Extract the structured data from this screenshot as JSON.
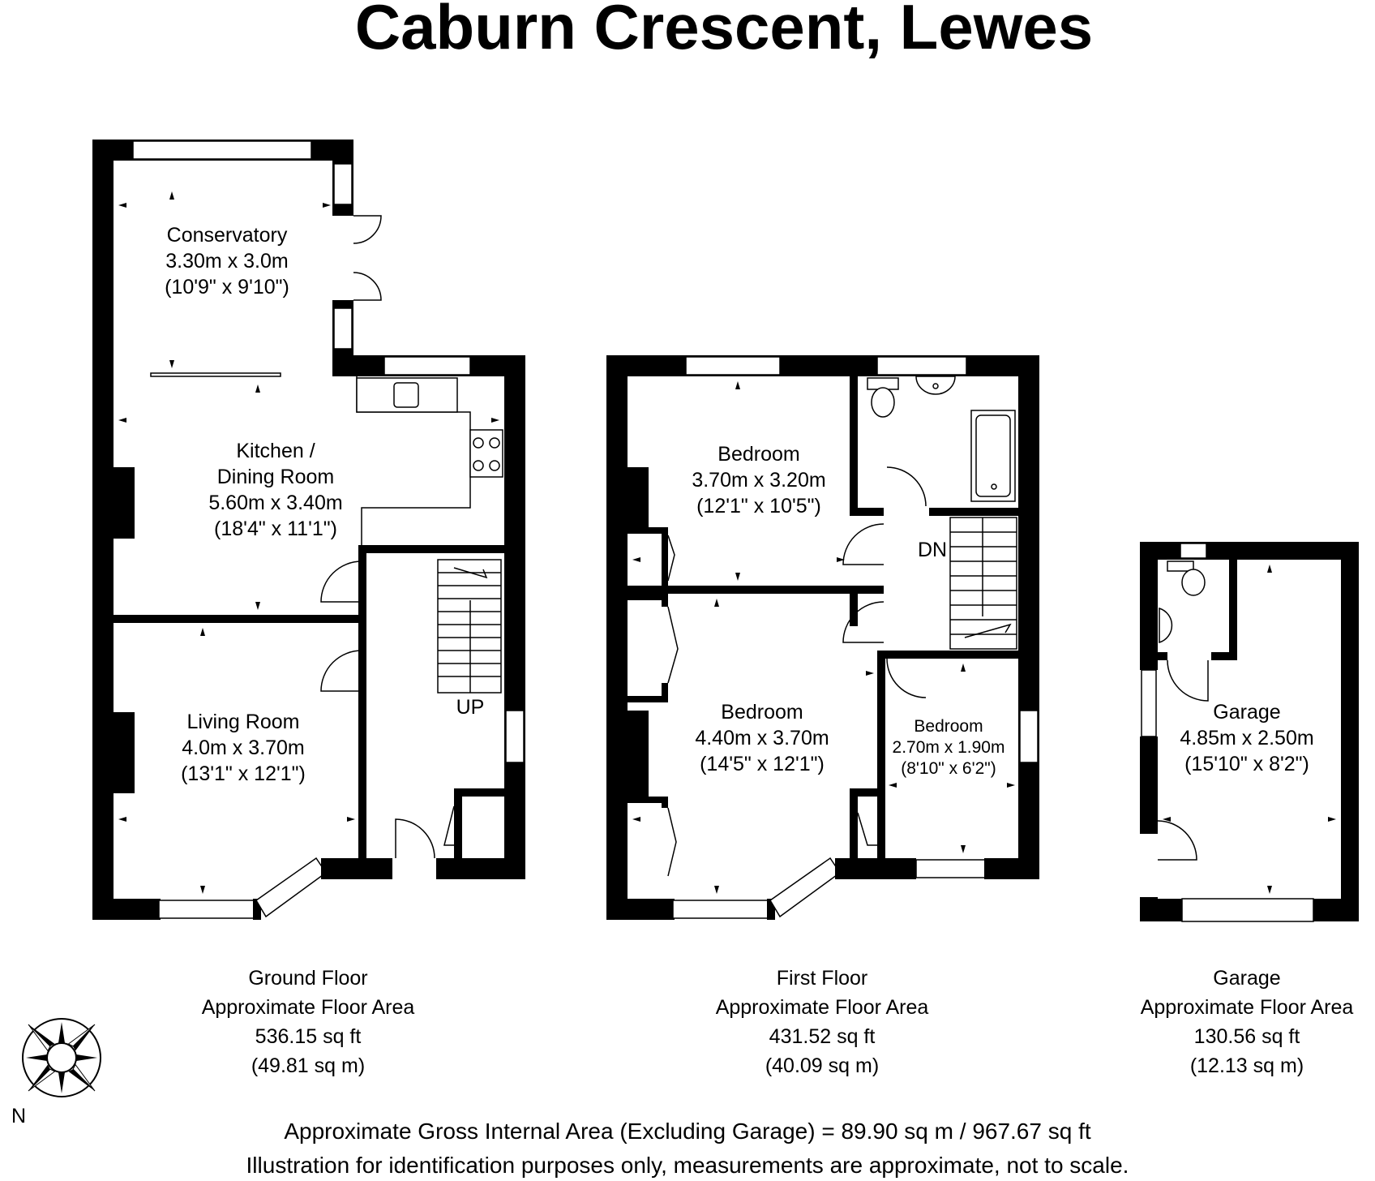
{
  "title": "Caburn Crescent, Lewes",
  "rooms": {
    "conservatory": {
      "name": "Conservatory",
      "metric": "3.30m x 3.0m",
      "imperial": "(10'9\" x 9'10\")"
    },
    "kitchen": {
      "name_line1": "Kitchen /",
      "name_line2": "Dining Room",
      "metric": "5.60m x 3.40m",
      "imperial": "(18'4\" x 11'1\")"
    },
    "living": {
      "name": "Living Room",
      "metric": "4.0m x 3.70m",
      "imperial": "(13'1\" x 12'1\")"
    },
    "bedroom1": {
      "name": "Bedroom",
      "metric": "3.70m x 3.20m",
      "imperial": "(12'1\" x 10'5\")"
    },
    "bedroom2": {
      "name": "Bedroom",
      "metric": "4.40m x 3.70m",
      "imperial": "(14'5\" x 12'1\")"
    },
    "bedroom3": {
      "name": "Bedroom",
      "metric": "2.70m x 1.90m",
      "imperial": "(8'10\" x 6'2\")"
    },
    "garage": {
      "name": "Garage",
      "metric": "4.85m x 2.50m",
      "imperial": "(15'10\" x 8'2\")"
    }
  },
  "stairs": {
    "up": "UP",
    "down": "DN"
  },
  "floors": [
    {
      "name": "Ground Floor",
      "area_label": "Approximate Floor Area",
      "sqft": "536.15 sq ft",
      "sqm": "(49.81 sq m)"
    },
    {
      "name": "First Floor",
      "area_label": "Approximate Floor Area",
      "sqft": "431.52 sq ft",
      "sqm": "(40.09 sq m)"
    },
    {
      "name": "Garage",
      "area_label": "Approximate Floor Area",
      "sqft": "130.56 sq ft",
      "sqm": "(12.13 sq m)"
    }
  ],
  "compass": {
    "north": "N"
  },
  "footer": {
    "gross_area": "Approximate Gross Internal Area (Excluding Garage) = 89.90 sq m / 967.67 sq ft",
    "disclaimer": "Illustration for identification purposes only, measurements are approximate, not to scale."
  }
}
